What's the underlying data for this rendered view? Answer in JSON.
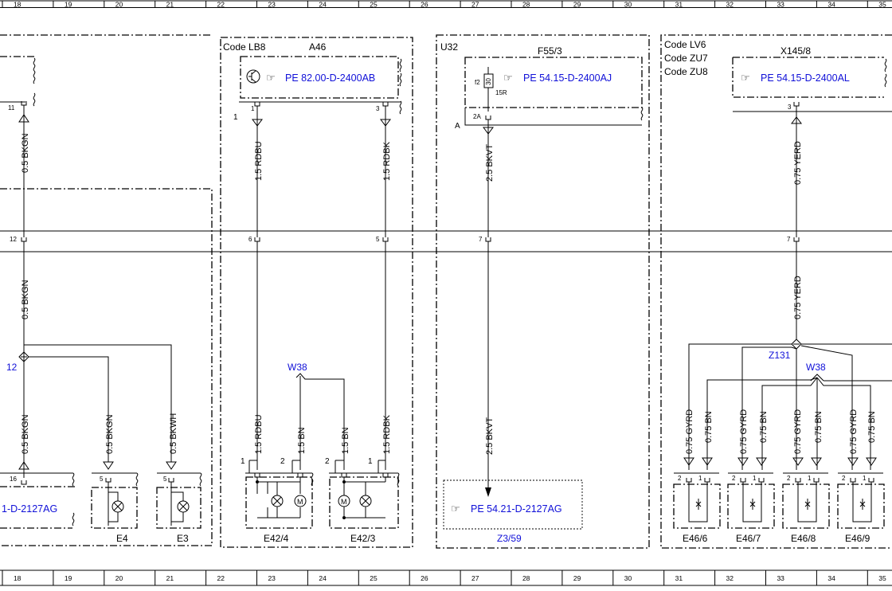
{
  "ruler_numbers": [
    "18",
    "19",
    "20",
    "21",
    "22",
    "23",
    "24",
    "25",
    "26",
    "27",
    "28",
    "29",
    "30",
    "31",
    "32",
    "33",
    "34",
    "35"
  ],
  "components": {
    "code_lb8": "Code LB8",
    "a46": "A46",
    "u32": "U32",
    "f55_3": "F55/3",
    "code_lv6": "Code LV6",
    "code_zu7": "Code ZU7",
    "code_zu8": "Code ZU8",
    "x145_8": "X145/8",
    "e4": "E4",
    "e3": "E3",
    "e42_4": "E42/4",
    "e42_3": "E42/3",
    "z3_59": "Z3/59",
    "e46_6": "E46/6",
    "e46_7": "E46/7",
    "e46_8": "E46/8",
    "e46_9": "E46/9",
    "w38_a": "W38",
    "w38_b": "W38",
    "z131": "Z131",
    "node_12": "12"
  },
  "references": {
    "pe_82": "PE 82.00-D-2400AB",
    "pe_54_aj": "PE 54.15-D-2400AJ",
    "pe_54_al": "PE 54.15-D-2400AL",
    "pe_54_21": "PE 54.21-D-2127AG",
    "left_partial": "1-D-2127AG"
  },
  "wires": {
    "bkgn": "0.5 BKGN",
    "bkwh": "0.5 BKWH",
    "rdbu": "1.5 RDBU",
    "rdbk": "1.5 RDBK",
    "bn": "1.5 BN",
    "bkvt": "2.5 BKVT",
    "yerd": "0.75 YERD",
    "gyrd": "0.75 GYRD",
    "bn075": "0.75 BN"
  },
  "pins": {
    "p11": "11",
    "p12": "12",
    "p16": "16",
    "p5": "5",
    "p1": "1",
    "p3": "3",
    "p6": "6",
    "p2": "2",
    "p7": "7",
    "p2a": "2A",
    "p30": "30",
    "p15r": "15R",
    "f2": "f2",
    "ja": "A",
    "j1": "1",
    "m": "M"
  },
  "colors": {
    "reference_text": "#1010d8"
  }
}
